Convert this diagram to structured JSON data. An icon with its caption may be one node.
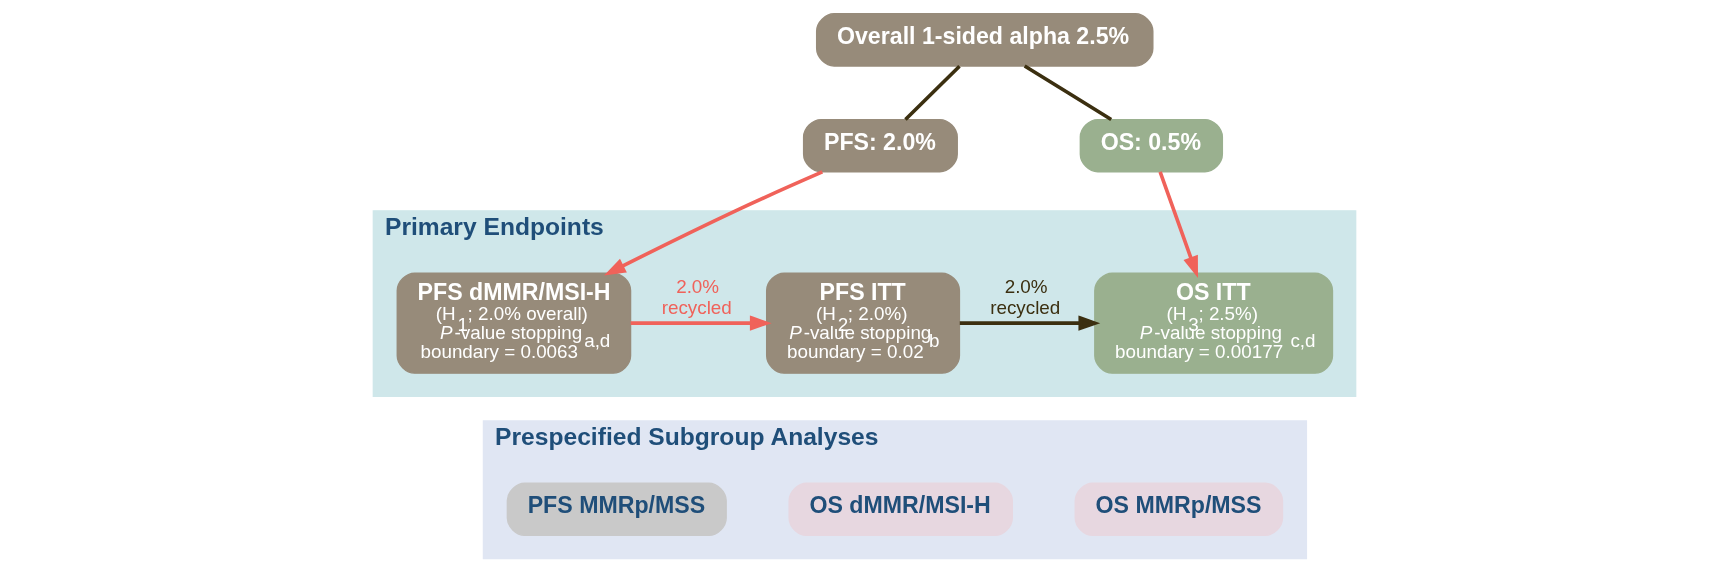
{
  "diagram": {
    "nodes": [
      {
        "text": [
          "Overall 1-sided alpha 2.5%"
        ]
      },
      {
        "text": [
          "PFS: 2.0%"
        ]
      },
      {
        "text": [
          "OS: 0.5%"
        ]
      },
      {
        "text": [
          "Primary Endpoints"
        ]
      },
      {
        "text": [
          "PFS dMMR/MSI-H",
          "(H$_{1}$; 2.0% overall) *P*-value stopping boundary = 0.0063$^{a,d}$"
        ],
        "in": 3
      },
      {
        "text": [
          "PFS ITT",
          "(H$_{2}$; 2.0%) *P*-value stopping boundary = 0.02$^{b}$"
        ],
        "in": 3
      },
      {
        "text": [
          "OS ITT",
          "(H$_{3}$; 2.5%) *P*-value stopping boundary = 0.00177$^{c,d}$"
        ],
        "in": 3
      },
      {
        "text": [
          "Prespecified Subgroup Analyses"
        ]
      },
      {
        "text": [
          "PFS MMRp/MSS"
        ],
        "in": 7
      },
      {
        "text": [
          "OS dMMR/MSI-H"
        ],
        "in": 7
      },
      {
        "text": [
          "OS MMRp/MSS"
        ],
        "in": 7
      }
    ],
    "edges": [
      {
        "from": 0,
        "to": 1,
        "arrow": "none"
      },
      {
        "from": 0,
        "to": 2,
        "arrow": "none"
      },
      {
        "from": 1,
        "to": 4,
        "arrow": "to",
        "color": "#f0625a"
      },
      {
        "from": 2,
        "to": 6,
        "arrow": "to",
        "color": "#f0625a"
      },
      {
        "from": 4,
        "to": 5,
        "arrow": "to",
        "label": "2.0% recycled",
        "color": "#f0625a"
      },
      {
        "from": 5,
        "to": 6,
        "arrow": "to",
        "label": "2.0% recycled"
      }
    ]
  }
}
